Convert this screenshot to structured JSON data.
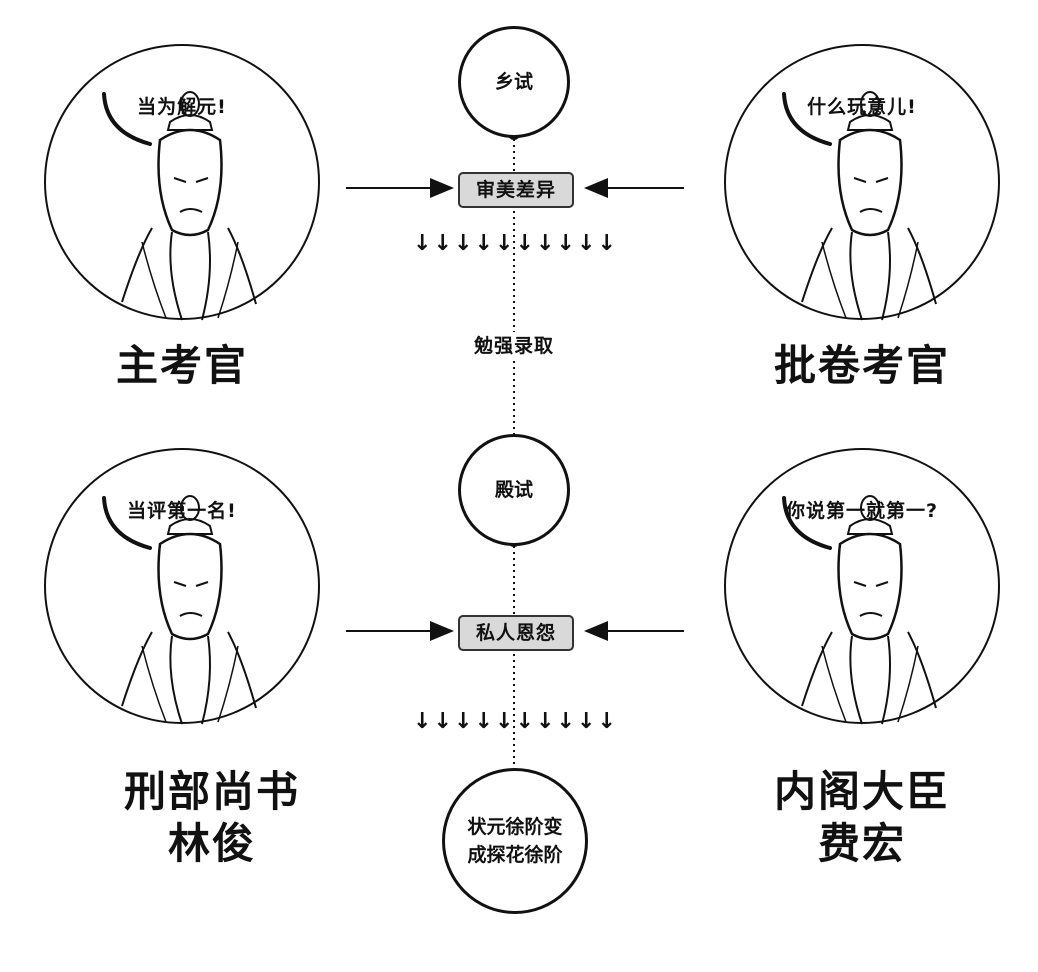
{
  "flow": {
    "stage1": "乡试",
    "issue1": "审美差异",
    "result1": "勉强录取",
    "stage2": "殿试",
    "issue2": "私人恩怨",
    "final_line1": "状元徐阶变",
    "final_line2": "成探花徐阶",
    "down_arrow": "↓"
  },
  "figures": {
    "top_left": {
      "speech": "当为解元!",
      "role_line1": "主考官",
      "role_line2": ""
    },
    "top_right": {
      "speech": "什么玩意儿!",
      "role_line1": "批卷考官",
      "role_line2": ""
    },
    "bottom_left": {
      "speech": "当评第一名!",
      "role_line1": "刑部尚书",
      "role_line2": "林俊"
    },
    "bottom_right": {
      "speech": "你说第一就第一?",
      "role_line1": "内阁大臣",
      "role_line2": "费宏"
    }
  },
  "colors": {
    "line": "#111111",
    "tag_fill": "#d9d9d9"
  }
}
